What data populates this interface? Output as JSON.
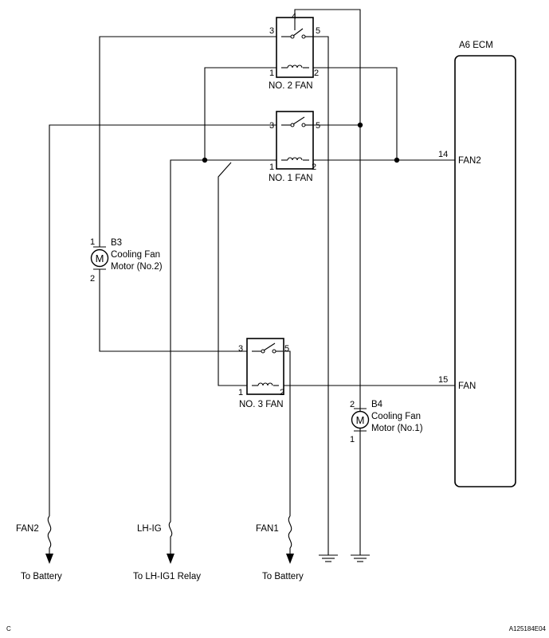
{
  "ecm": {
    "name": "A6 ECM",
    "pin14": "14",
    "sig14": "FAN2",
    "pin15": "15",
    "sig15": "FAN"
  },
  "relays": {
    "no2": {
      "label": "NO. 2 FAN",
      "p1": "1",
      "p2": "2",
      "p3": "3",
      "p4": "4",
      "p5": "5"
    },
    "no1": {
      "label": "NO. 1 FAN",
      "p1": "1",
      "p2": "2",
      "p3": "3",
      "p5": "5"
    },
    "no3": {
      "label": "NO. 3 FAN",
      "p1": "1",
      "p2": "2",
      "p3": "3",
      "p5": "5"
    }
  },
  "motors": {
    "b3": {
      "code": "B3",
      "line1": "Cooling Fan",
      "line2": "Motor (No.2)",
      "pin_top": "1",
      "pin_bottom": "2",
      "symbol": "M"
    },
    "b4": {
      "code": "B4",
      "line1": "Cooling Fan",
      "line2": "Motor (No.1)",
      "pin_top": "2",
      "pin_bottom": "1",
      "symbol": "M"
    }
  },
  "fuses": {
    "fan2": {
      "label": "FAN2",
      "dest": "To Battery"
    },
    "lhig": {
      "label": "LH-IG",
      "dest": "To LH-IG1 Relay"
    },
    "fan1": {
      "label": "FAN1",
      "dest": "To Battery"
    }
  },
  "footer": {
    "corner_mark": "C",
    "figure_code": "A125184E04"
  }
}
